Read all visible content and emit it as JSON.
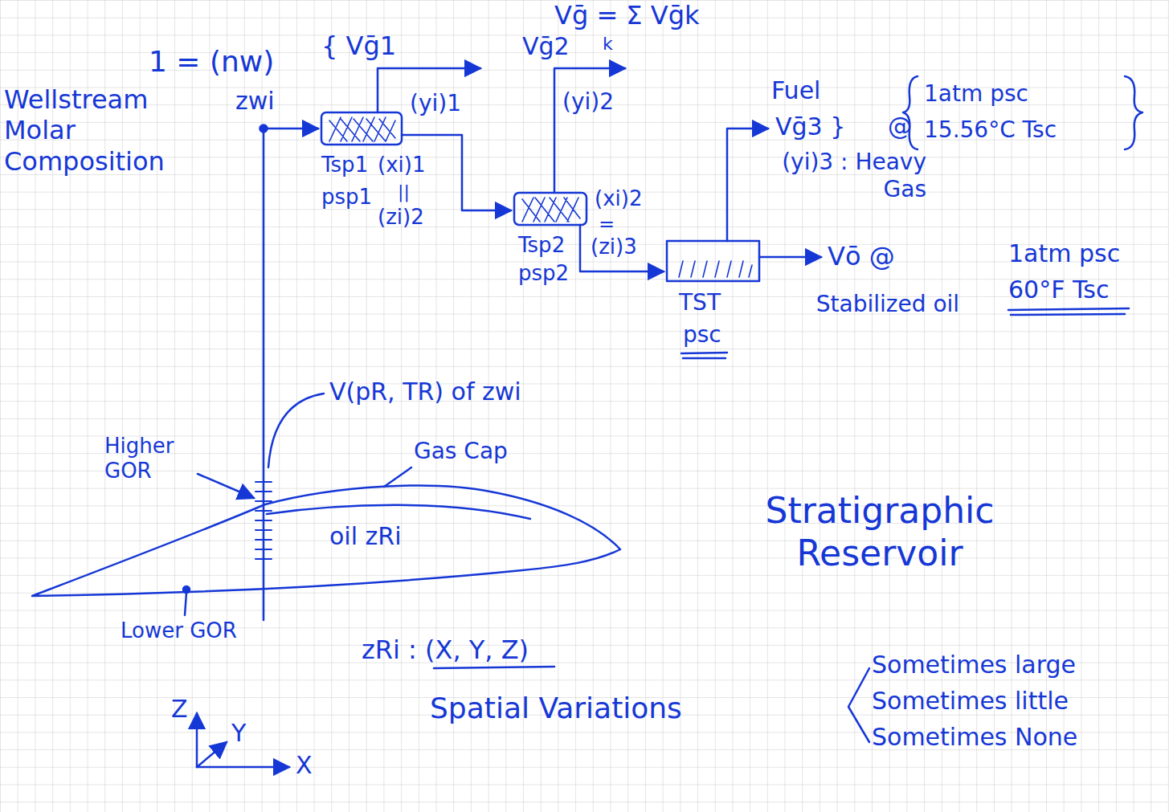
{
  "diagram": {
    "labels": [
      "Vḡ = Σ Vḡk",
      "k",
      "1 = (nw)",
      "{ Vḡ1",
      "Vḡ2",
      "Fuel",
      "Wellstream Molar Composition",
      "zwi",
      "(yi)1",
      "(yi)2",
      "Vḡ3 }",
      "@",
      "1atm psc",
      "15.56°C Tsc",
      "(yi)3 : Heavy Gas",
      "Tsp1",
      "(xi)1",
      "||",
      "psp1",
      "(zi)2",
      "(xi)2",
      "=",
      "Tsp2",
      "(zi)3",
      "psp2",
      "Vō @",
      "1atm psc",
      "60°F Tsc",
      "TST",
      "Stabilized oil",
      "psc",
      "V(pR, TR) of zwi",
      "Higher GOR",
      "Gas Cap",
      "oil zRi",
      "Lower GOR",
      "Stratigraphic Reservoir",
      "zRi : (X, Y, Z)",
      "Spatial Variations",
      "Sometimes large",
      "Sometimes little",
      "Sometimes None",
      "Z",
      "Y",
      "X"
    ]
  }
}
